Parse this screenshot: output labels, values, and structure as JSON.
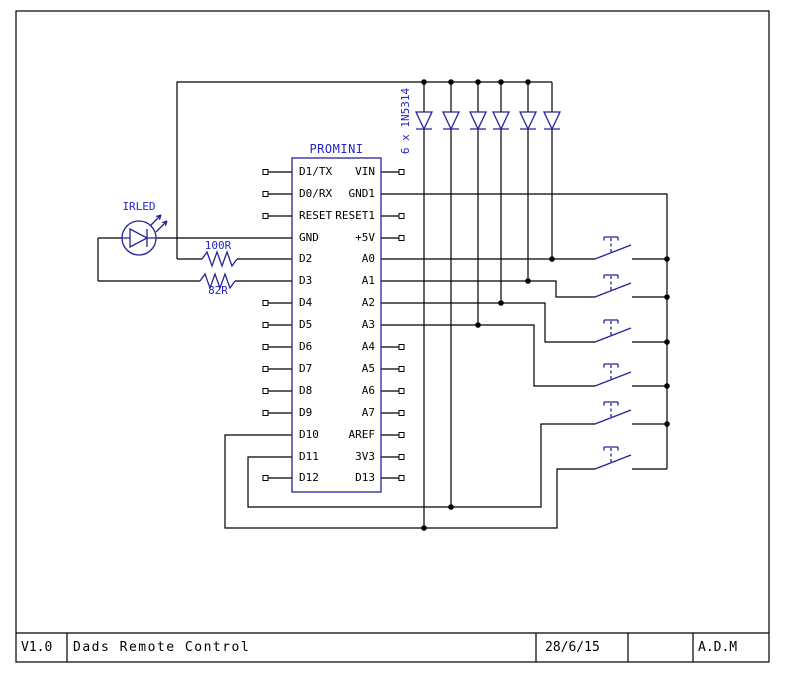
{
  "ic": {
    "title": "PROMINI",
    "left_pins": [
      "D1/TX",
      "D0/RX",
      "RESET",
      "GND",
      "D2",
      "D3",
      "D4",
      "D5",
      "D6",
      "D7",
      "D8",
      "D9",
      "D10",
      "D11",
      "D12"
    ],
    "right_pins": [
      "VIN",
      "GND1",
      "RESET1",
      "+5V",
      "A0",
      "A1",
      "A2",
      "A3",
      "A4",
      "A5",
      "A6",
      "A7",
      "AREF",
      "3V3",
      "D13"
    ]
  },
  "components": {
    "led_label": "IRLED",
    "resistor_top_label": "100R",
    "resistor_bottom_label": "82R",
    "diode_array_label": "6 x 1N5314",
    "diode_count": 6,
    "switch_count": 6
  },
  "title_block": {
    "version": "V1.0",
    "title": "Dads Remote Control",
    "date": "28/6/15",
    "empty_cell": "",
    "author": "A.D.M"
  },
  "colors": {
    "wire": "#000000",
    "symbol": "#23239a",
    "label": "#2424c8",
    "background": "#ffffff"
  }
}
